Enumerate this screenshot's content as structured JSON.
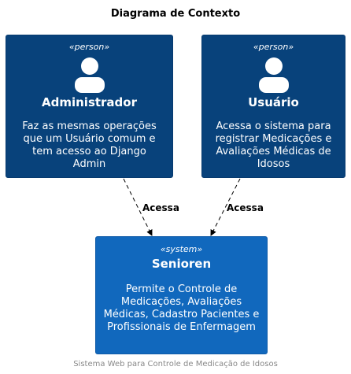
{
  "title": "Diagrama de Contexto",
  "elements": {
    "admin": {
      "stereotype": "«person»",
      "name": "Administrador",
      "description": "Faz as mesmas operações que um Usuário comum e tem acesso ao Django Admin",
      "icon": "person-icon"
    },
    "user": {
      "stereotype": "«person»",
      "name": "Usuário",
      "description": "Acessa o sistema para registrar Medicações e Avaliações Médicas de Idosos",
      "icon": "person-icon"
    },
    "system": {
      "stereotype": "«system»",
      "name": "Senioren",
      "description": "Permite o Controle de Medicações, Avaliações Médicas, Cadastro Pacientes e Profissionais de Enfermagem"
    }
  },
  "relations": [
    {
      "from": "Administrador",
      "to": "Senioren",
      "label": "Acessa"
    },
    {
      "from": "Usuário",
      "to": "Senioren",
      "label": "Acessa"
    }
  ],
  "footer": "Sistema Web para Controle de Medicação de Idosos",
  "colors": {
    "person": "#08427b",
    "system": "#1168bd",
    "text": "#ffffff",
    "footer": "#888888"
  }
}
